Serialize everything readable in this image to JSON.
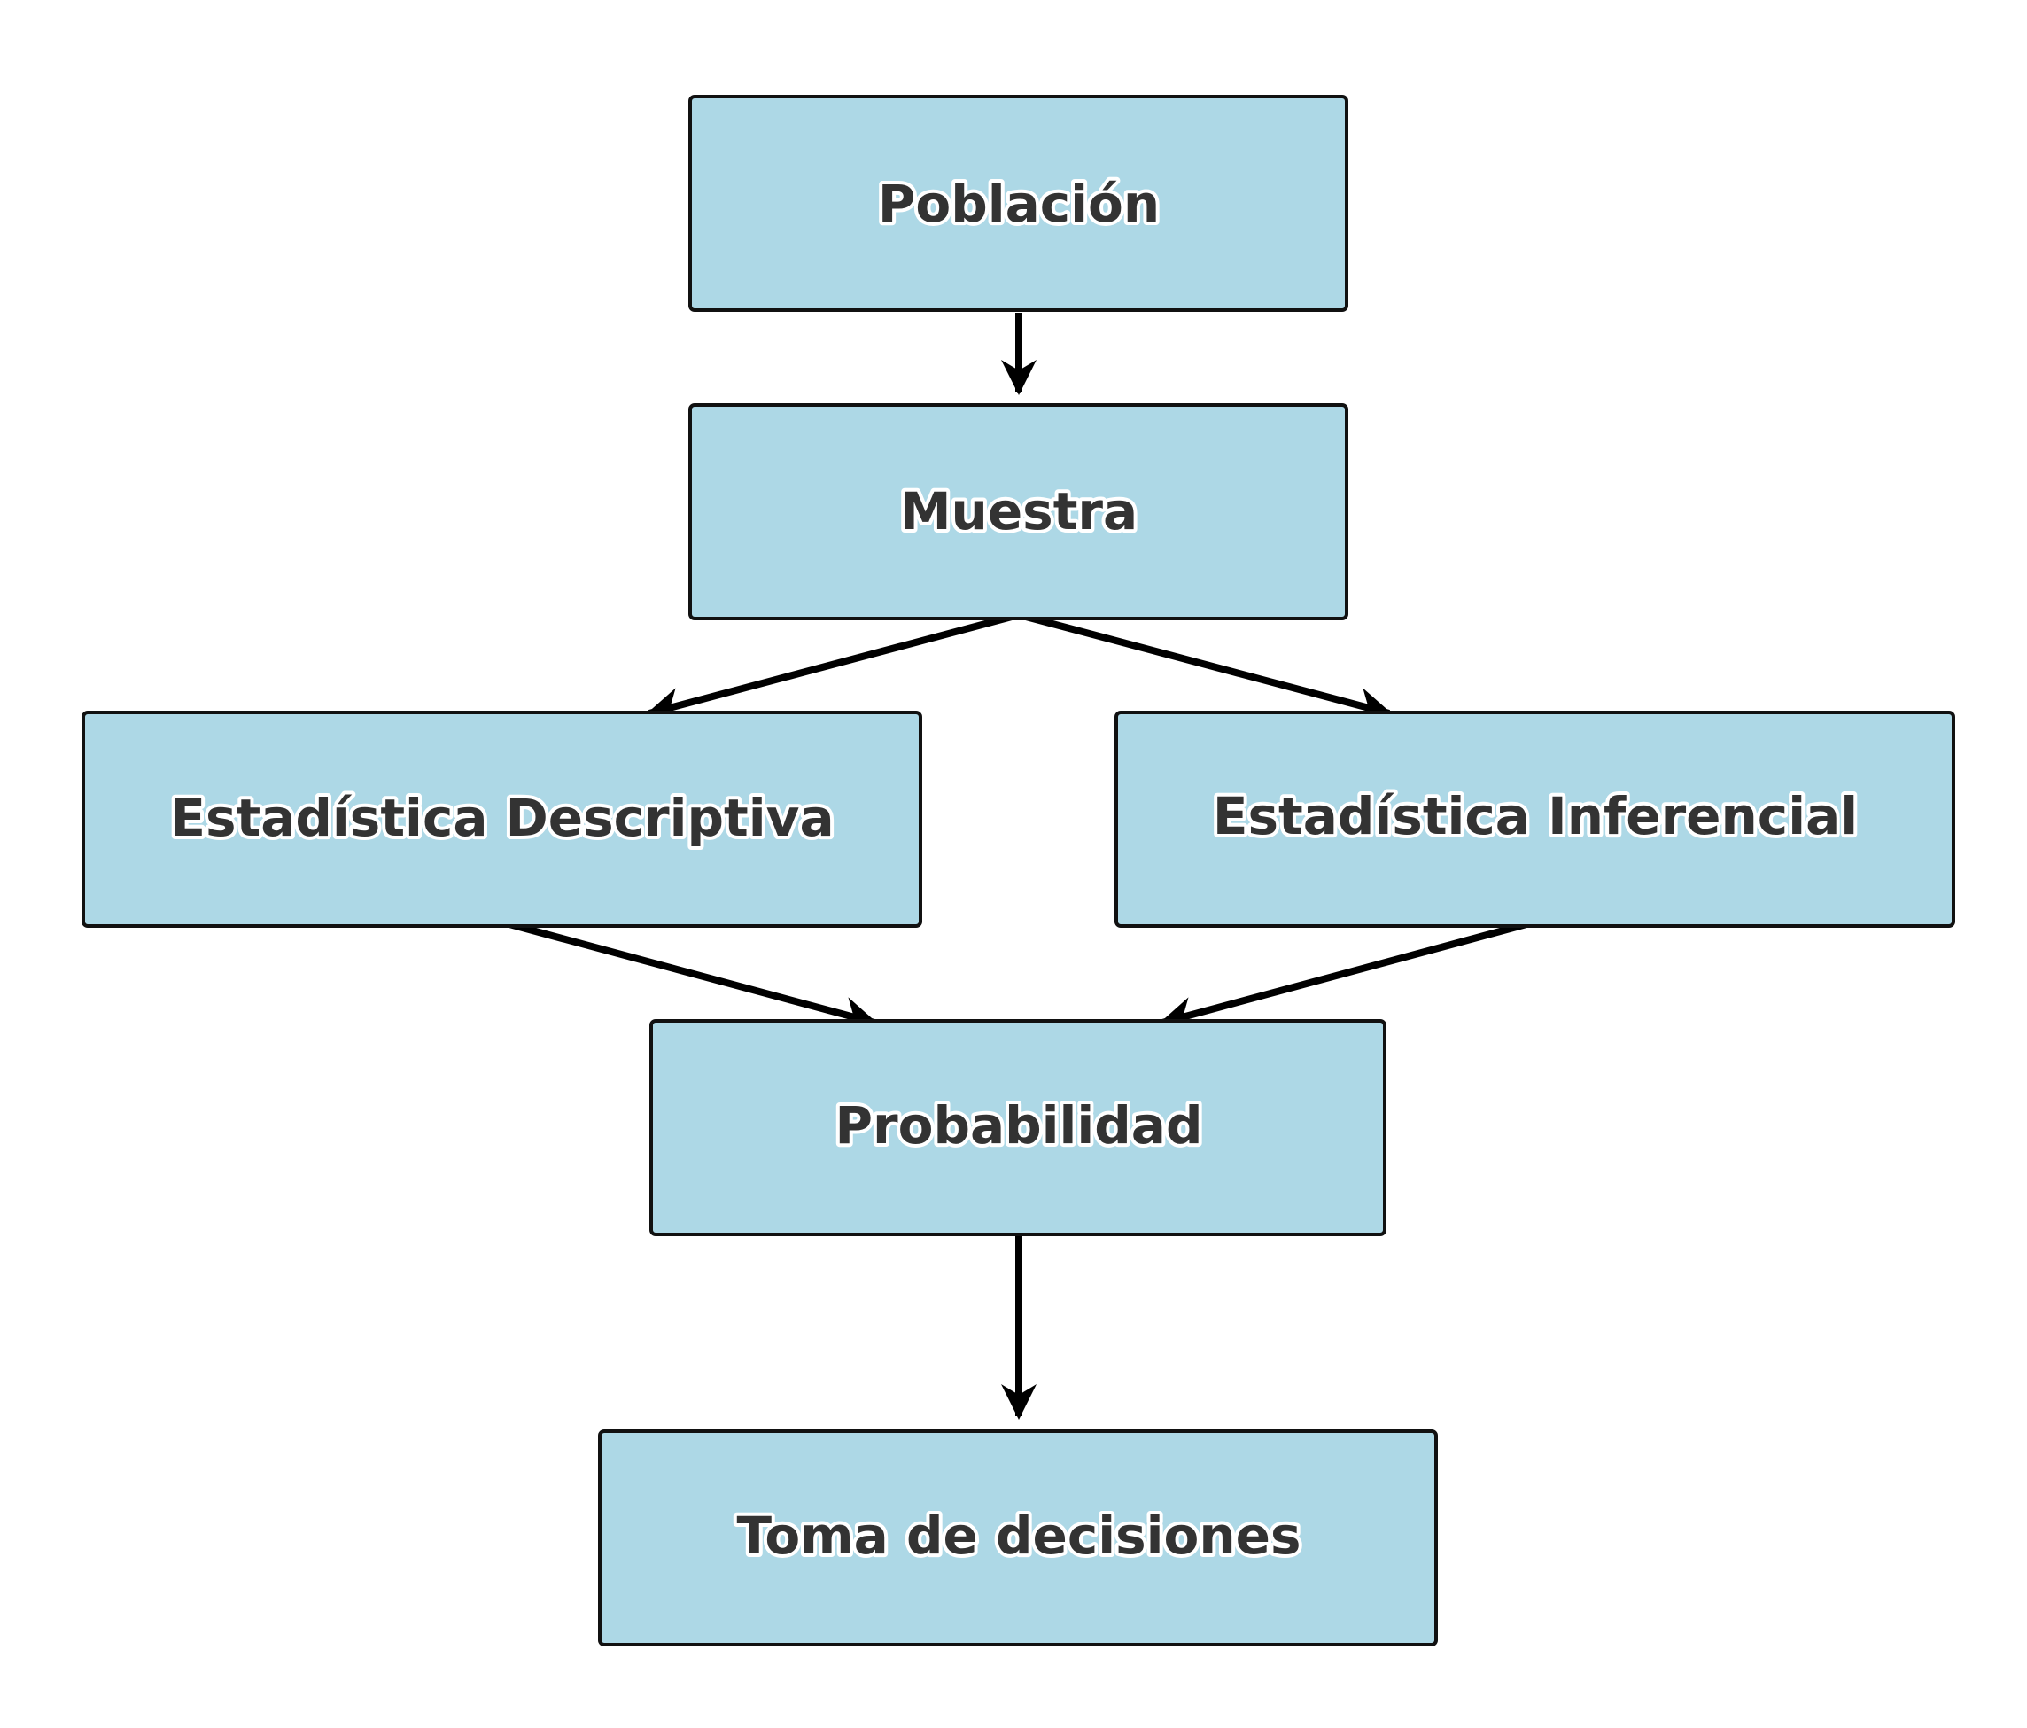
{
  "diagram": {
    "type": "flowchart",
    "colors": {
      "node_fill": "#add8e6",
      "node_border": "#111111",
      "label_text": "#333333",
      "label_halo": "#ffffff",
      "arrow": "#000000"
    },
    "nodes": {
      "poblacion": "Población",
      "muestra": "Muestra",
      "descriptiva": "Estadística Descriptiva",
      "inferencial": "Estadística Inferencial",
      "probabilidad": "Probabilidad",
      "decisiones": "Toma de decisiones"
    },
    "edges": [
      {
        "from": "poblacion",
        "to": "muestra"
      },
      {
        "from": "muestra",
        "to": "descriptiva"
      },
      {
        "from": "muestra",
        "to": "inferencial"
      },
      {
        "from": "descriptiva",
        "to": "probabilidad"
      },
      {
        "from": "inferencial",
        "to": "probabilidad"
      },
      {
        "from": "probabilidad",
        "to": "decisiones"
      }
    ]
  }
}
